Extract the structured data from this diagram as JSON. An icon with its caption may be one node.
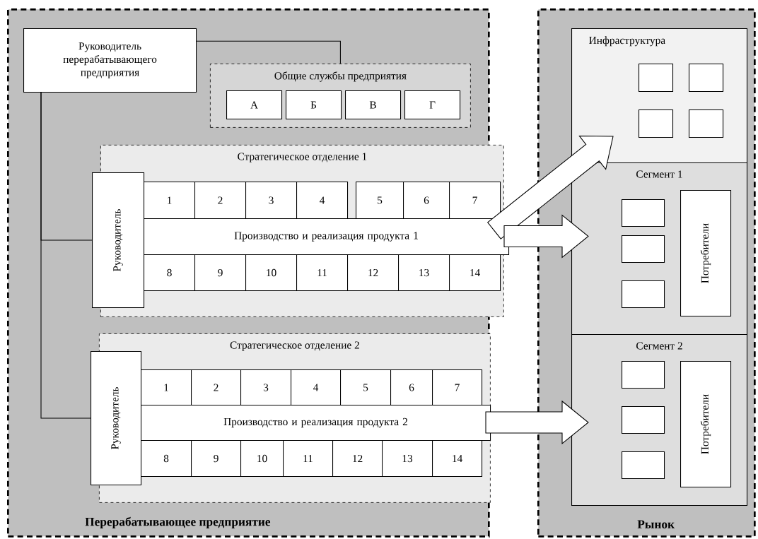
{
  "diagram": {
    "nodes": [
      {
        "text": [
          "Перерабатывающее предприятие"
        ]
      },
      {
        "text": [
          "Руководитель перерабатывающего предприятия"
        ],
        "in": 0
      },
      {
        "text": [
          "Общие службы предприятия"
        ],
        "in": 0
      },
      {
        "text": [
          "А"
        ],
        "in": 2
      },
      {
        "text": [
          "Б"
        ],
        "in": 2
      },
      {
        "text": [
          "В"
        ],
        "in": 2
      },
      {
        "text": [
          "Г"
        ],
        "in": 2
      },
      {
        "text": [
          "Стратегическое отделение 1"
        ],
        "in": 0
      },
      {
        "text": [
          "Руководитель"
        ],
        "in": 7
      },
      {
        "text": [
          "1"
        ],
        "in": 7
      },
      {
        "text": [
          "2"
        ],
        "in": 7
      },
      {
        "text": [
          "3"
        ],
        "in": 7
      },
      {
        "text": [
          "4"
        ],
        "in": 7
      },
      {
        "text": [
          "5"
        ],
        "in": 7
      },
      {
        "text": [
          "6"
        ],
        "in": 7
      },
      {
        "text": [
          "7"
        ],
        "in": 7
      },
      {
        "text": [
          "Производство и реализация продукта 1"
        ],
        "in": 7
      },
      {
        "text": [
          "8"
        ],
        "in": 7
      },
      {
        "text": [
          "9"
        ],
        "in": 7
      },
      {
        "text": [
          "10"
        ],
        "in": 7
      },
      {
        "text": [
          "11"
        ],
        "in": 7
      },
      {
        "text": [
          "12"
        ],
        "in": 7
      },
      {
        "text": [
          "13"
        ],
        "in": 7
      },
      {
        "text": [
          "14"
        ],
        "in": 7
      },
      {
        "text": [
          "Стратегическое отделение 2"
        ],
        "in": 0
      },
      {
        "text": [
          "Руководитель"
        ],
        "in": 24
      },
      {
        "text": [
          "1"
        ],
        "in": 24
      },
      {
        "text": [
          "2"
        ],
        "in": 24
      },
      {
        "text": [
          "3"
        ],
        "in": 24
      },
      {
        "text": [
          "4"
        ],
        "in": 24
      },
      {
        "text": [
          "5"
        ],
        "in": 24
      },
      {
        "text": [
          "6"
        ],
        "in": 24
      },
      {
        "text": [
          "7"
        ],
        "in": 24
      },
      {
        "text": [
          "Производство и реализация продукта 2"
        ],
        "in": 24
      },
      {
        "text": [
          "8"
        ],
        "in": 24
      },
      {
        "text": [
          "9"
        ],
        "in": 24
      },
      {
        "text": [
          "10"
        ],
        "in": 24
      },
      {
        "text": [
          "11"
        ],
        "in": 24
      },
      {
        "text": [
          "12"
        ],
        "in": 24
      },
      {
        "text": [
          "13"
        ],
        "in": 24
      },
      {
        "text": [
          "14"
        ],
        "in": 24
      },
      {
        "text": [
          "Рынок"
        ]
      },
      {
        "text": [
          "Инфраструктура"
        ],
        "in": 41
      },
      {
        "text": [],
        "shape": "box",
        "in": 42
      },
      {
        "text": [],
        "shape": "box",
        "in": 42
      },
      {
        "text": [],
        "shape": "box",
        "in": 42
      },
      {
        "text": [],
        "shape": "box",
        "in": 42
      },
      {
        "text": [
          "Сегмент 1"
        ],
        "in": 41
      },
      {
        "text": [],
        "shape": "box",
        "in": 47
      },
      {
        "text": [],
        "shape": "box",
        "in": 47
      },
      {
        "text": [],
        "shape": "box",
        "in": 47
      },
      {
        "text": [
          "Потребители"
        ],
        "in": 47
      },
      {
        "text": [
          "Сегмент 2"
        ],
        "in": 41
      },
      {
        "text": [],
        "shape": "box",
        "in": 52
      },
      {
        "text": [],
        "shape": "box",
        "in": 52
      },
      {
        "text": [],
        "shape": "box",
        "in": 52
      },
      {
        "text": [
          "Потребители"
        ],
        "in": 52
      }
    ],
    "edges": [
      {
        "from": 1,
        "to": 2,
        "arrow": "none"
      },
      {
        "from": 1,
        "to": 8,
        "arrow": "none"
      },
      {
        "from": 1,
        "to": 25,
        "arrow": "none"
      },
      {
        "from": 16,
        "to": 42,
        "arrow": "to",
        "style": "thick"
      },
      {
        "from": 16,
        "to": 47,
        "arrow": "to",
        "style": "thick"
      },
      {
        "from": 33,
        "to": 52,
        "arrow": "to",
        "style": "thick"
      }
    ]
  }
}
